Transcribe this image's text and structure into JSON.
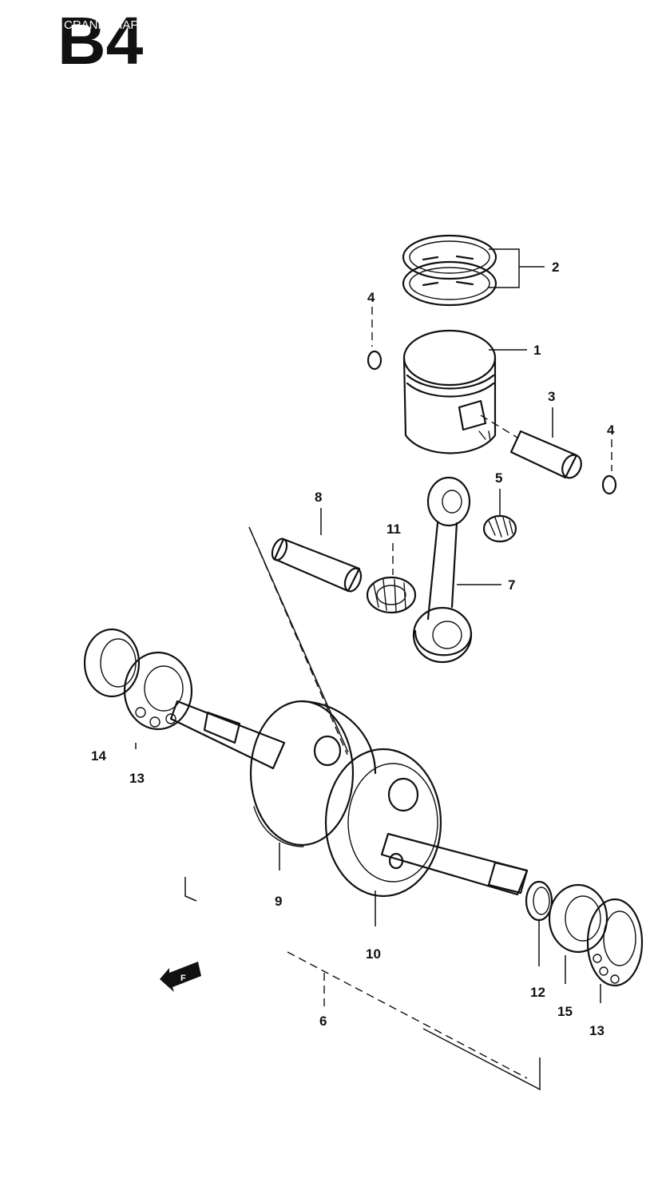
{
  "figure": {
    "code": "B4",
    "caption": "CRANKSHAFT"
  },
  "callouts": [
    {
      "id": "p1",
      "label": "1"
    },
    {
      "id": "p2",
      "label": "2"
    },
    {
      "id": "p3",
      "label": "3"
    },
    {
      "id": "p4a",
      "label": "4"
    },
    {
      "id": "p4b",
      "label": "4"
    },
    {
      "id": "p5",
      "label": "5"
    },
    {
      "id": "p6",
      "label": "6"
    },
    {
      "id": "p7",
      "label": "7"
    },
    {
      "id": "p8",
      "label": "8"
    },
    {
      "id": "p9",
      "label": "9"
    },
    {
      "id": "p10",
      "label": "10"
    },
    {
      "id": "p11",
      "label": "11"
    },
    {
      "id": "p12",
      "label": "12"
    },
    {
      "id": "p13a",
      "label": "13"
    },
    {
      "id": "p13b",
      "label": "13"
    },
    {
      "id": "p14",
      "label": "14"
    },
    {
      "id": "p15",
      "label": "15"
    }
  ],
  "front_arrow": {
    "label": "F"
  }
}
